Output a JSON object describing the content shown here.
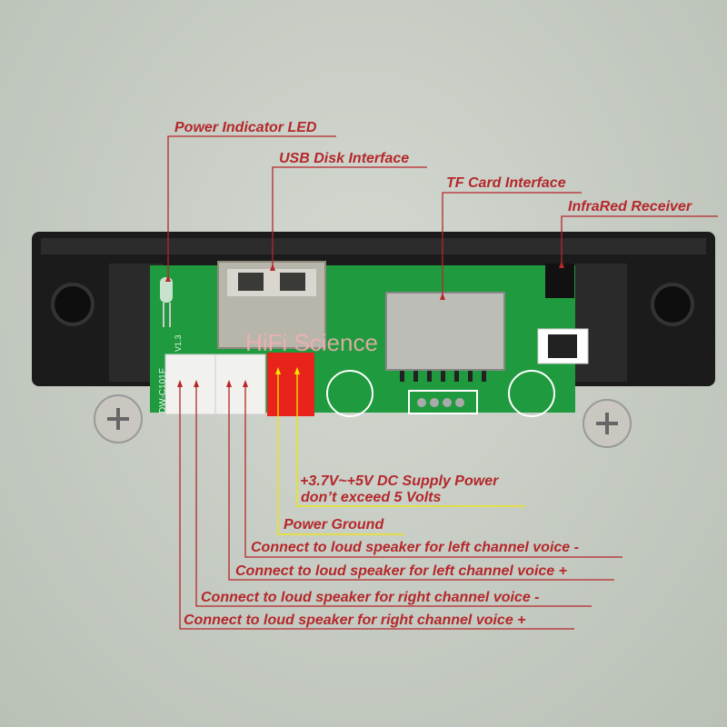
{
  "colors": {
    "label_text": "#b5272b",
    "leader_line_red": "#b5272b",
    "leader_line_yellow": "#f2e600",
    "pcb_green": "#1f9a3e",
    "frame_black": "#1b1b1b",
    "power_connector_red": "#e8231c",
    "speaker_connector_white": "#f1f1ee"
  },
  "labels": {
    "power_led": "Power Indicator LED",
    "usb": "USB Disk Interface",
    "tf_card": "TF Card Interface",
    "ir": "InfraRed Receiver",
    "supply_line1": "+3.7V~+5V DC Supply Power",
    "supply_line2": "don’t exceed 5 Volts",
    "ground": "Power Ground",
    "left_minus": "Connect to loud speaker for left channel voice -",
    "left_plus": "Connect to loud speaker for left channel voice +",
    "right_minus": "Connect to loud speaker for right channel voice -",
    "right_plus": "Connect to loud speaker for right channel voice +"
  },
  "board": {
    "silkscreen_model": "DW-C101F",
    "silkscreen_version": "V1.3",
    "watermark": "HiFi Science"
  }
}
